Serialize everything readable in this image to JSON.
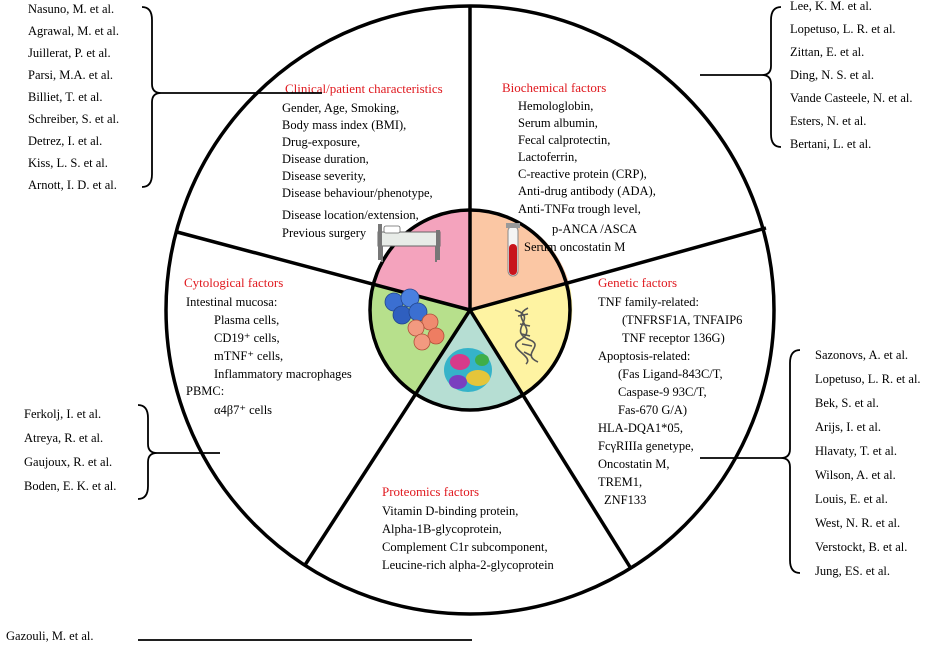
{
  "refs": {
    "clinical": [
      "Nasuno, M. et al.",
      "Agrawal, M. et al.",
      "Juillerat, P. et al.",
      "Parsi, M.A. et al.",
      "Billiet, T. et al.",
      "Schreiber, S. et al.",
      "Detrez, I. et al.",
      "Kiss, L. S. et al.",
      "Arnott, I. D. et al."
    ],
    "biochemical": [
      "Lee, K. M. et al.",
      "Lopetuso, L. R. et al.",
      "Zittan, E. et al.",
      "Ding, N. S. et al.",
      "Vande Casteele, N. et al.",
      "Esters, N. et al.",
      "Bertani, L. et al."
    ],
    "cytological": [
      "Ferkolj, I. et al.",
      "Atreya, R. et al.",
      "Gaujoux, R. et al.",
      "Boden, E. K. et al."
    ],
    "genetic": [
      "Sazonovs, A. et al.",
      "Lopetuso, L. R. et al.",
      "Bek, S. et al.",
      "Arijs, I. et al.",
      "Hlavaty, T. et al.",
      "Wilson, A. et al.",
      "Louis, E. et al.",
      "West, N. R. et al.",
      "Verstockt, B. et al.",
      "Jung, ES. et al."
    ],
    "proteomics": "Gazouli, M. et al."
  },
  "sectors": {
    "clinical": {
      "title": "Clinical/patient characteristics",
      "items": [
        "Gender, Age,   Smoking,",
        "Body mass index (BMI),",
        "Drug-exposure,",
        "Disease duration,",
        "Disease severity,",
        "Disease behaviour/phenotype,",
        "Disease location/extension,",
        "Previous surgery"
      ]
    },
    "biochemical": {
      "title": "Biochemical factors",
      "items": [
        "Hemologlobin,",
        "Serum albumin,",
        "Fecal calprotectin,",
        "Lactoferrin,",
        "C-reactive protein (CRP),",
        "Anti-drug antibody (ADA),",
        "Anti-TNFα trough level,",
        "p-ANCA /ASCA",
        "Serum oncostatin M"
      ]
    },
    "cytological": {
      "title": "Cytological factors",
      "items": [
        "Intestinal mucosa:",
        "Plasma cells,",
        "CD19⁺ cells,",
        "mTNF⁺ cells,",
        "Inflammatory macrophages",
        "PBMC:",
        "α4β7⁺ cells"
      ]
    },
    "genetic": {
      "title": "Genetic factors",
      "items": [
        "TNF family-related:",
        "(TNFRSF1A, TNFAIP6",
        "TNF receptor 136G)",
        "Apoptosis-related:",
        "(Fas Ligand-843C/T,",
        "Caspase-9 93C/T,",
        "Fas-670 G/A)",
        "HLA-DQA1*05,",
        "FcγRIIIa genetype,",
        "Oncostatin M,",
        "TREM1,",
        "ZNF133"
      ]
    },
    "proteomics": {
      "title": "Proteomics factors",
      "items": [
        "Vitamin D-binding protein,",
        "Alpha-1B-glycoprotein,",
        "Complement C1r subcomponent,",
        "Leucine-rich alpha-2-glycoprotein"
      ]
    }
  },
  "colors": {
    "heading": "#e0191f",
    "inner_clinical": "#f4a3bd",
    "inner_biochemical": "#fbc7a4",
    "inner_genetic": "#fef3a2",
    "inner_cytological": "#b7e08c",
    "inner_proteomics": "#b6ded3"
  },
  "icons": {
    "clinical": "hospital-bed-icon",
    "biochemical": "blood-tube-icon",
    "genetic": "dna-helix-icon",
    "cytological": "cell-cluster-icon",
    "proteomics": "protein-structure-icon"
  }
}
